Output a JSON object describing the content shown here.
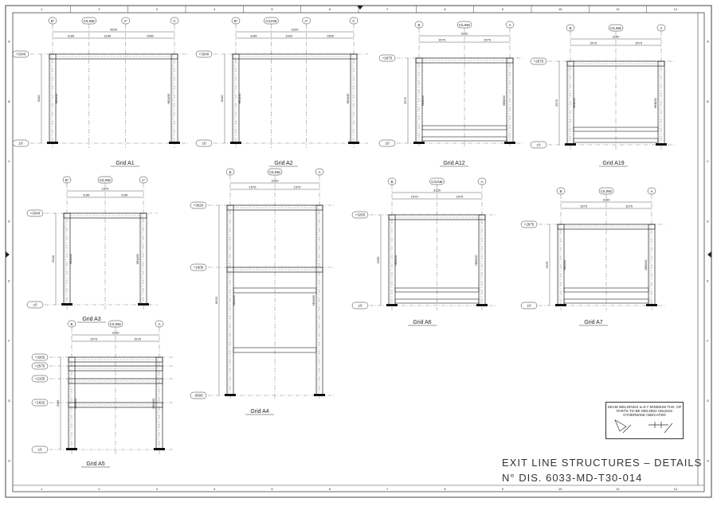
{
  "drawing": {
    "title": "EXIT LINE STRUCTURES – DETAILS",
    "number": "N° DIS. 6033-MD-T30-014",
    "weld_note": "SEAM WELDINGS a=0.7 MINIMUM THK. OF PARTS TO BE WELDED UNLESS OTHERWISE INDICATED",
    "zones_numbers": [
      "1",
      "2",
      "3",
      "4",
      "5",
      "6",
      "7",
      "8",
      "9",
      "10",
      "11",
      "12"
    ],
    "zones_letters": [
      "A",
      "B",
      "C",
      "D",
      "E",
      "F",
      "G",
      "H"
    ]
  },
  "views": [
    {
      "label": "Grid A1",
      "heads": [
        "B\"",
        "C/LINE",
        "A\"",
        "C"
      ],
      "total": "4200",
      "spans": [
        "1185",
        "1185",
        "1585"
      ],
      "elevations": [
        "+3340",
        "±0"
      ],
      "height_dim": "3340",
      "members": [
        "HEA260",
        "HEA260"
      ]
    },
    {
      "label": "Grid A2",
      "heads": [
        "B\"",
        "C/LINE",
        "A\"",
        "C"
      ],
      "total": "4200",
      "spans": [
        "1185",
        "1185",
        "1585"
      ],
      "elevations": [
        "+3340",
        "±0"
      ],
      "height_dim": "3340",
      "members": [
        "HEA260",
        "HEA260"
      ]
    },
    {
      "label": "Grid A12",
      "heads": [
        "B",
        "C/LINE",
        "A"
      ],
      "total": "3150",
      "spans": [
        "1575",
        "1575"
      ],
      "elevations": [
        "+2975",
        "±0"
      ],
      "height_dim": "2975",
      "members": [
        "HEB200",
        "HEB200"
      ]
    },
    {
      "label": "Grid A19",
      "heads": [
        "B",
        "C/LINE",
        "A"
      ],
      "total": "3150",
      "spans": [
        "1575",
        "1575"
      ],
      "elevations": [
        "+2975",
        "±0"
      ],
      "height_dim": "2975",
      "members": [
        "HEB200",
        "HEB200"
      ]
    },
    {
      "label": "Grid A3",
      "heads": [
        "B\"",
        "C/LINE",
        "A\""
      ],
      "total": "2370",
      "spans": [
        "1185",
        "1185"
      ],
      "elevations": [
        "+3340",
        "±0"
      ],
      "height_dim": "3340",
      "members": [
        "HEA260",
        "HEA260"
      ]
    },
    {
      "label": "Grid A4",
      "heads": [
        "B",
        "C/LINE",
        "A"
      ],
      "total": "3150",
      "spans": [
        "1575",
        "1575"
      ],
      "elevations": [
        "+3620",
        "+1600",
        "-3000"
      ],
      "height_dim": "6620",
      "members": [
        "HEA260",
        "HEA260"
      ]
    },
    {
      "label": "Grid A6",
      "heads": [
        "B",
        "C/LINE",
        "A"
      ],
      "total": "3150",
      "spans": [
        "1575",
        "1575"
      ],
      "elevations": [
        "+3265",
        "±0"
      ],
      "height_dim": "3265",
      "members": [
        "HEB200",
        "HEB200"
      ]
    },
    {
      "label": "Grid A7",
      "heads": [
        "B",
        "C/LINE",
        "A"
      ],
      "total": "3150",
      "spans": [
        "1575",
        "1575"
      ],
      "elevations": [
        "+2975",
        "±0"
      ],
      "height_dim": "2975",
      "members": [
        "HEB200",
        "HEB200"
      ]
    },
    {
      "label": "Grid A5",
      "heads": [
        "B",
        "C/LINE",
        "A"
      ],
      "total": "3150",
      "spans": [
        "1575",
        "1575"
      ],
      "elevations": [
        "+3265",
        "+2575",
        "+2155",
        "+1632",
        "±0"
      ],
      "height_dim": "3265",
      "members": [
        "HEA260",
        "HEA260"
      ]
    }
  ]
}
